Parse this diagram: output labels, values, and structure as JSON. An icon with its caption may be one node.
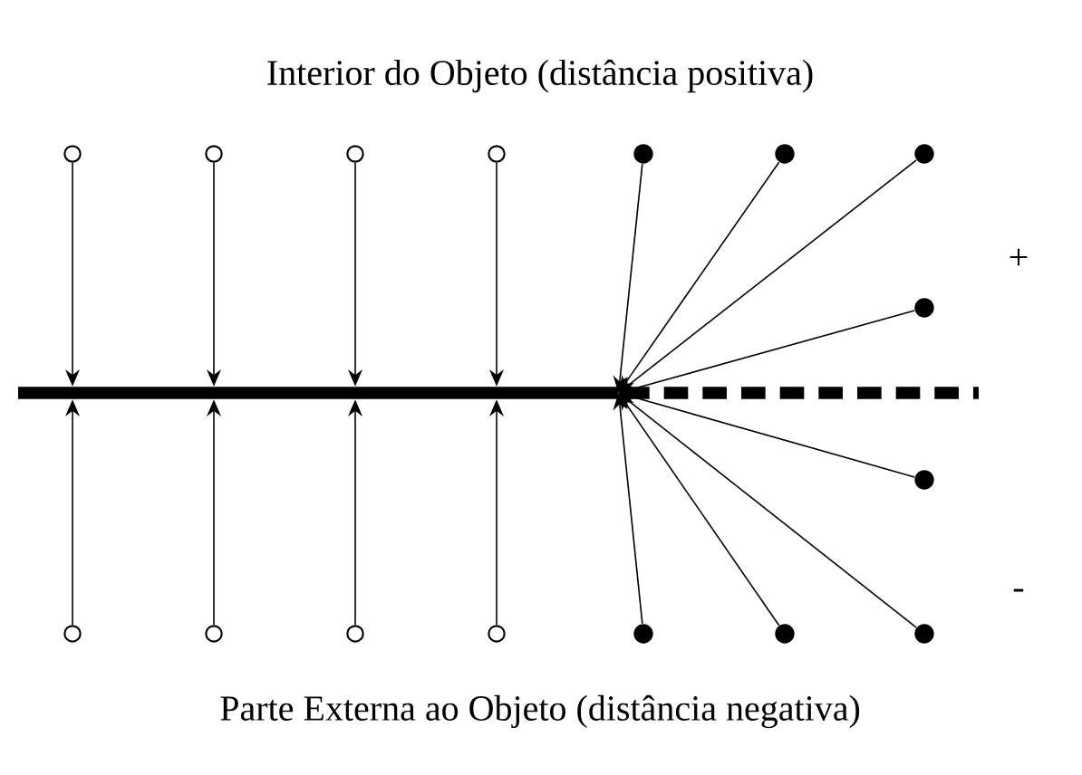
{
  "diagram": {
    "title": "Interior do Objeto (distância positiva)",
    "caption": "Parte Externa ao Objeto (distância negativa)",
    "nodes": [
      {
        "text": [],
        "shape": "bar"
      },
      {
        "text": [],
        "shape": "circle"
      },
      {
        "text": [],
        "shape": "circle"
      },
      {
        "text": [],
        "shape": "circle"
      },
      {
        "text": [],
        "shape": "circle"
      },
      {
        "text": [],
        "shape": "circle"
      },
      {
        "text": [],
        "shape": "circle"
      },
      {
        "text": [],
        "shape": "circle"
      },
      {
        "text": [],
        "shape": "circle"
      },
      {
        "text": [],
        "shape": "circle"
      },
      {
        "text": [],
        "shape": "circle"
      },
      {
        "text": [],
        "shape": "circle"
      },
      {
        "text": [],
        "shape": "circle"
      },
      {
        "text": [],
        "shape": "circle"
      },
      {
        "text": [],
        "shape": "circle"
      },
      {
        "text": [],
        "shape": "circle"
      },
      {
        "text": [],
        "shape": "circle"
      }
    ],
    "edges": [
      {
        "from": 1,
        "to": 0,
        "arrow": "to"
      },
      {
        "from": 2,
        "to": 0,
        "arrow": "to"
      },
      {
        "from": 3,
        "to": 0,
        "arrow": "to"
      },
      {
        "from": 4,
        "to": 0,
        "arrow": "to"
      },
      {
        "from": 5,
        "to": 0,
        "arrow": "to"
      },
      {
        "from": 6,
        "to": 0,
        "arrow": "to"
      },
      {
        "from": 7,
        "to": 0,
        "arrow": "to"
      },
      {
        "from": 8,
        "to": 0,
        "arrow": "to"
      },
      {
        "from": 9,
        "to": 0,
        "arrow": "to"
      },
      {
        "from": 10,
        "to": 0,
        "arrow": "to"
      },
      {
        "from": 11,
        "to": 0,
        "arrow": "to"
      },
      {
        "from": 12,
        "to": 0,
        "arrow": "to"
      },
      {
        "from": 13,
        "to": 0,
        "arrow": "to"
      },
      {
        "from": 14,
        "to": 0,
        "arrow": "to"
      },
      {
        "from": 15,
        "to": 0,
        "arrow": "to"
      },
      {
        "from": 16,
        "to": 0,
        "arrow": "to"
      }
    ],
    "labels": [
      "+",
      "-"
    ]
  }
}
